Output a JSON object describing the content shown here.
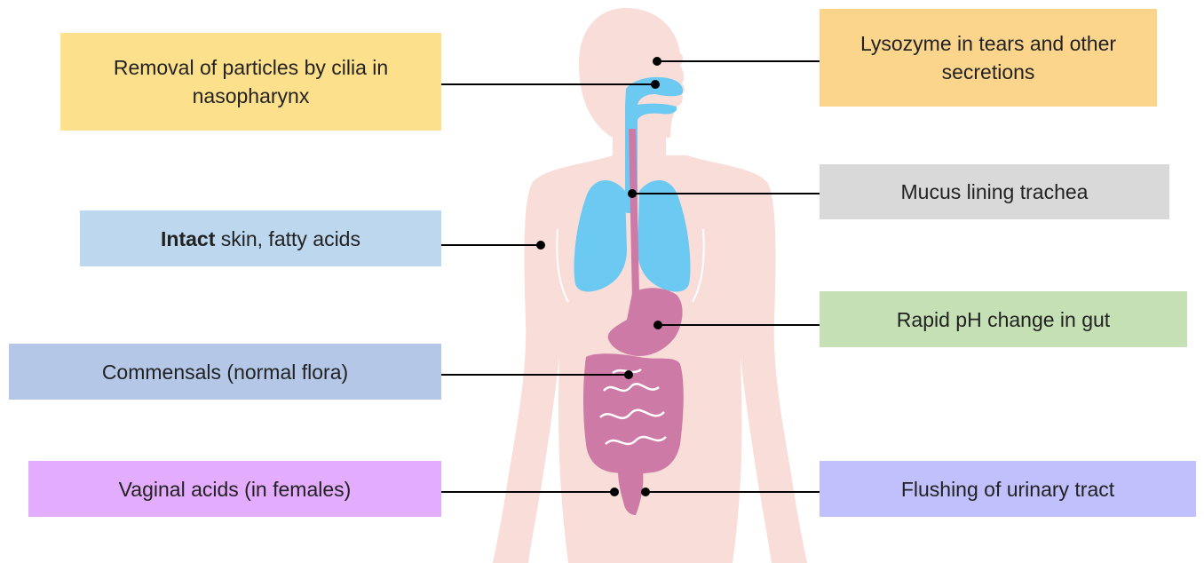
{
  "labels": {
    "cilia": "Removal of particles by cilia in nasopharynx",
    "skin_bold": "Intact",
    "skin_rest": " skin, fatty acids",
    "commensals": "Commensals (normal flora)",
    "vaginal": "Vaginal acids (in females)",
    "lysozyme": "Lysozyme in tears and other secretions",
    "mucus": "Mucus lining trachea",
    "ph": "Rapid pH change in gut",
    "urinary": "Flushing of urinary tract"
  },
  "colors": {
    "body": "#f8ddd8",
    "body_outline": "#ffffff",
    "respiratory": "#6ccaf2",
    "digestive": "#cd7aa6",
    "cilia_box": "#fde08c",
    "lysozyme_box": "#fbd58c",
    "skin_box": "#bdd7ee",
    "commensals_box": "#b4c7e7",
    "vaginal_box": "#e3acfc",
    "mucus_box": "#d9d9d9",
    "ph_box": "#c5e0b4",
    "urinary_box": "#c0c0fc",
    "connector": "#000000"
  }
}
